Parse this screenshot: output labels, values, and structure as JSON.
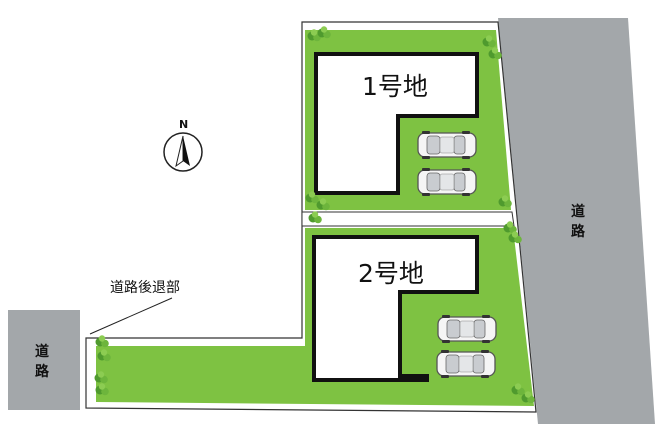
{
  "lots": [
    {
      "label": "1号地",
      "parking_spaces": 2
    },
    {
      "label": "2号地",
      "parking_spaces": 2
    }
  ],
  "roads": {
    "east": {
      "label_chars": [
        "道",
        "路"
      ]
    },
    "west": {
      "label_chars": [
        "道",
        "路"
      ]
    }
  },
  "setback_label": "道路後退部",
  "compass": {
    "label": "N"
  },
  "colors": {
    "lawn": "#7ec242",
    "road": "#a3a7aa",
    "outline": "#222222",
    "lot_border": "#111111",
    "car_body": "#f4f4f4"
  },
  "icons": [
    "compass-icon",
    "car-icon",
    "shrub-icon"
  ]
}
